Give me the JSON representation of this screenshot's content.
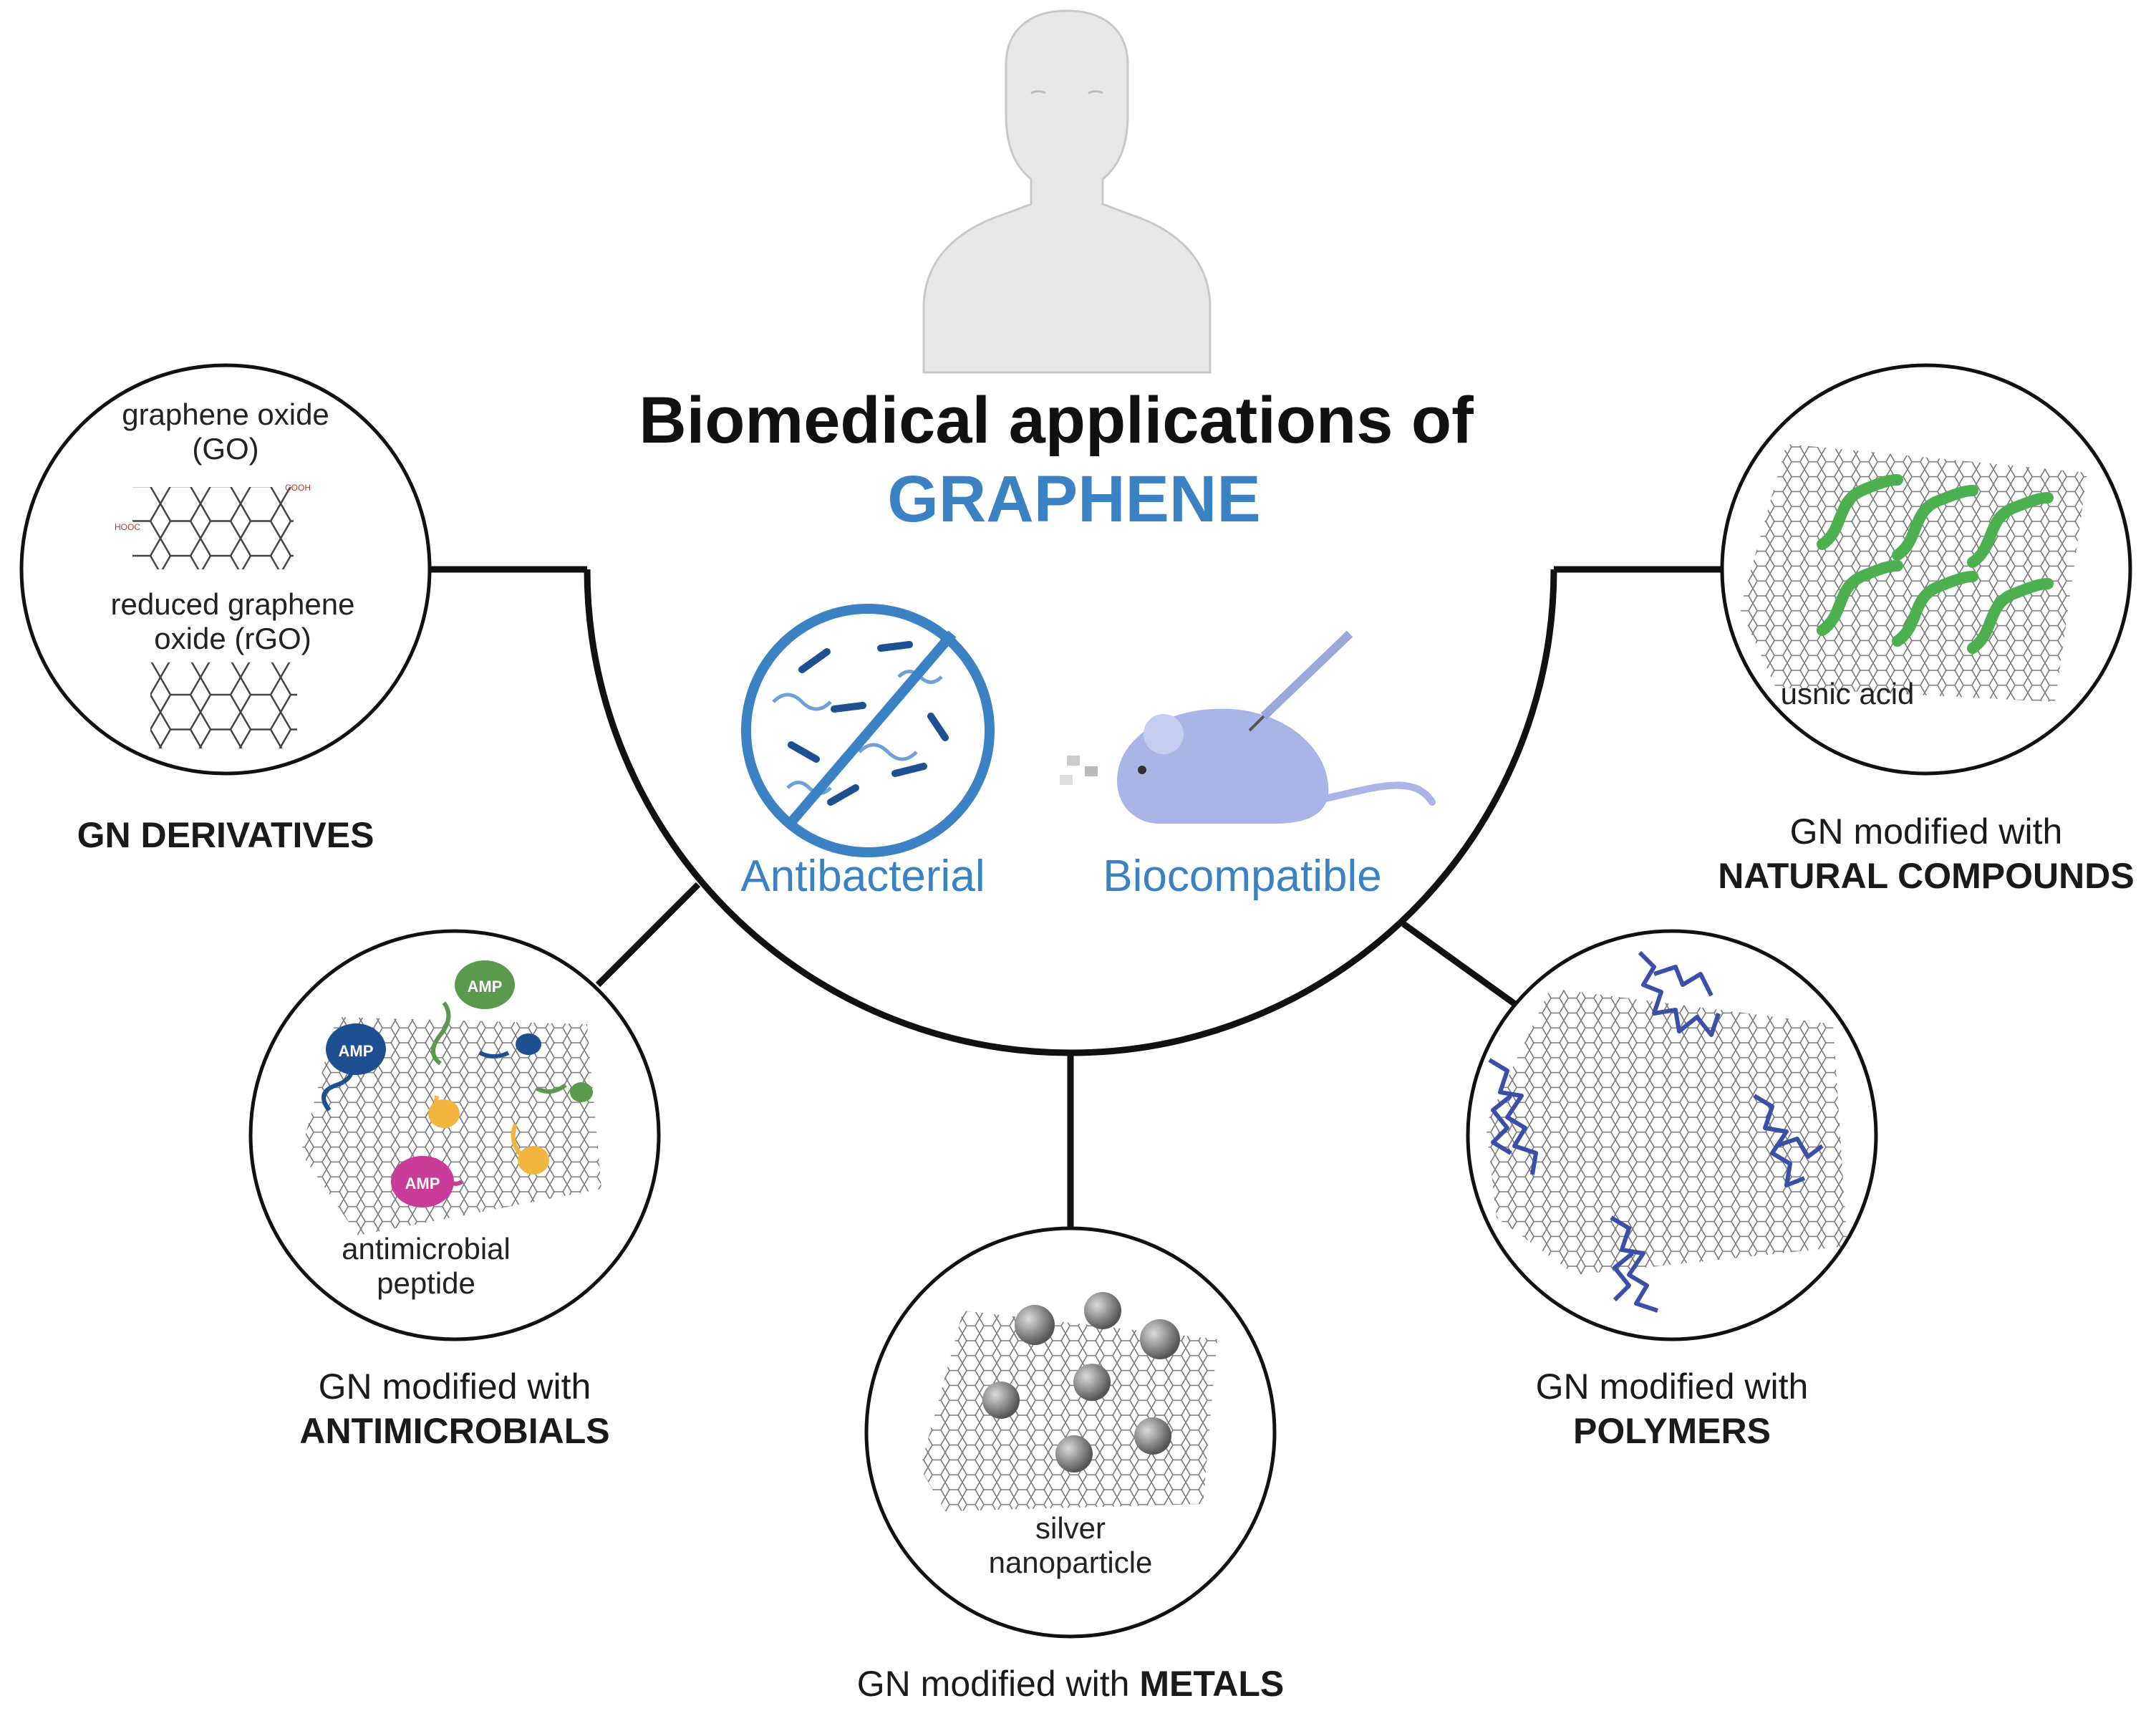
{
  "title": {
    "line1": "Biomedical applications of",
    "line2": "GRAPHENE"
  },
  "properties": {
    "antibacterial": "Antibacterial",
    "biocompatible": "Biocompatible"
  },
  "nodes": {
    "derivatives": {
      "inner_top_1": "graphene oxide",
      "inner_top_2": "(GO)",
      "inner_bottom_1": "reduced graphene",
      "inner_bottom_2": "oxide (rGO)",
      "group_cooh_1": "COOH",
      "group_cooh_2": "HOOC",
      "caption_bold": "GN DERIVATIVES"
    },
    "natural": {
      "inner": "usnic acid",
      "caption_line1": "GN modified with",
      "caption_bold": "NATURAL COMPOUNDS"
    },
    "antimicrobials": {
      "amp_label": "AMP",
      "inner_1": "antimicrobial",
      "inner_2": "peptide",
      "caption_line1": "GN modified with",
      "caption_bold": "ANTIMICROBIALS"
    },
    "metals": {
      "inner_1": "silver",
      "inner_2": "nanoparticle",
      "caption_prefix": "GN modified with ",
      "caption_bold": "METALS"
    },
    "polymers": {
      "caption_line1": "GN modified with",
      "caption_bold": "POLYMERS"
    }
  },
  "colors": {
    "accent_blue": "#3b82c4",
    "line": "#111111",
    "green": "#4caf50",
    "amp_navy": "#1d4f91",
    "amp_green": "#5a9a4c",
    "amp_yellow": "#f2b640",
    "amp_magenta": "#c93c9a",
    "polymer_blue": "#3b4ea8",
    "silver": "#8a8a8a",
    "mouse": "#a9b5e6"
  }
}
